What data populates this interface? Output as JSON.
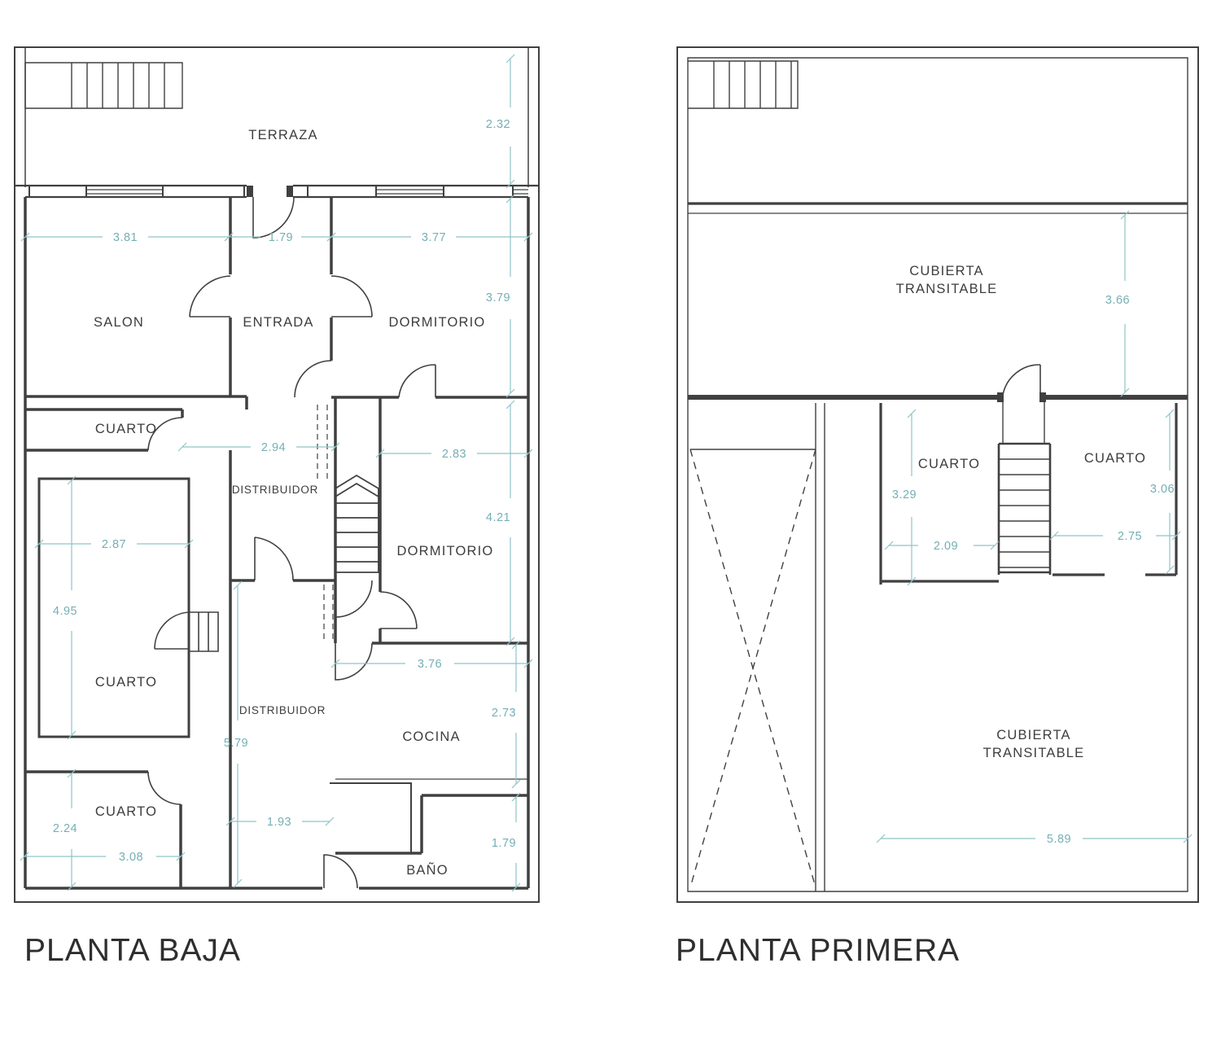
{
  "colors": {
    "wall": "#404040",
    "dimension": "#74afb5",
    "background": "#ffffff"
  },
  "planta_baja": {
    "title": "PLANTA BAJA",
    "rooms": {
      "terraza": "TERRAZA",
      "salon": "SALON",
      "entrada": "ENTRADA",
      "dormitorio1": "DORMITORIO",
      "cuarto1": "CUARTO",
      "distribuidor1": "DISTRIBUIDOR",
      "dormitorio2": "DORMITORIO",
      "cuarto2": "CUARTO",
      "distribuidor2": "DISTRIBUIDOR",
      "cocina": "COCINA",
      "cuarto3": "CUARTO",
      "bano": "BAÑO"
    },
    "dims": {
      "terraza_height": "2.32",
      "salon_width": "3.81",
      "entrada_width": "1.79",
      "dormitorio1_width": "3.77",
      "salon_height": "3.79",
      "distribuidor1_width": "2.94",
      "dormitorio2_width": "2.83",
      "dormitorio2_height": "4.21",
      "cuarto2_width": "2.87",
      "cuarto2_height": "4.95",
      "distribuidor2_height": "5.79",
      "cocina_width": "3.76",
      "cocina_height": "2.73",
      "distribuidor2_width": "1.93",
      "cuarto3_height": "2.24",
      "cuarto3_width": "3.08",
      "bano_height": "1.79"
    }
  },
  "planta_primera": {
    "title": "PLANTA PRIMERA",
    "rooms": {
      "cubierta_top_line1": "CUBIERTA",
      "cubierta_top_line2": "TRANSITABLE",
      "cuarto_left": "CUARTO",
      "cuarto_right": "CUARTO",
      "cubierta_bottom_line1": "CUBIERTA",
      "cubierta_bottom_line2": "TRANSITABLE"
    },
    "dims": {
      "cubierta_top_height": "3.66",
      "cuarto_left_height": "3.29",
      "cuarto_left_width": "2.09",
      "cuarto_right_height": "3.06",
      "cuarto_right_width": "2.75",
      "cubierta_bottom_width": "5.89"
    }
  }
}
